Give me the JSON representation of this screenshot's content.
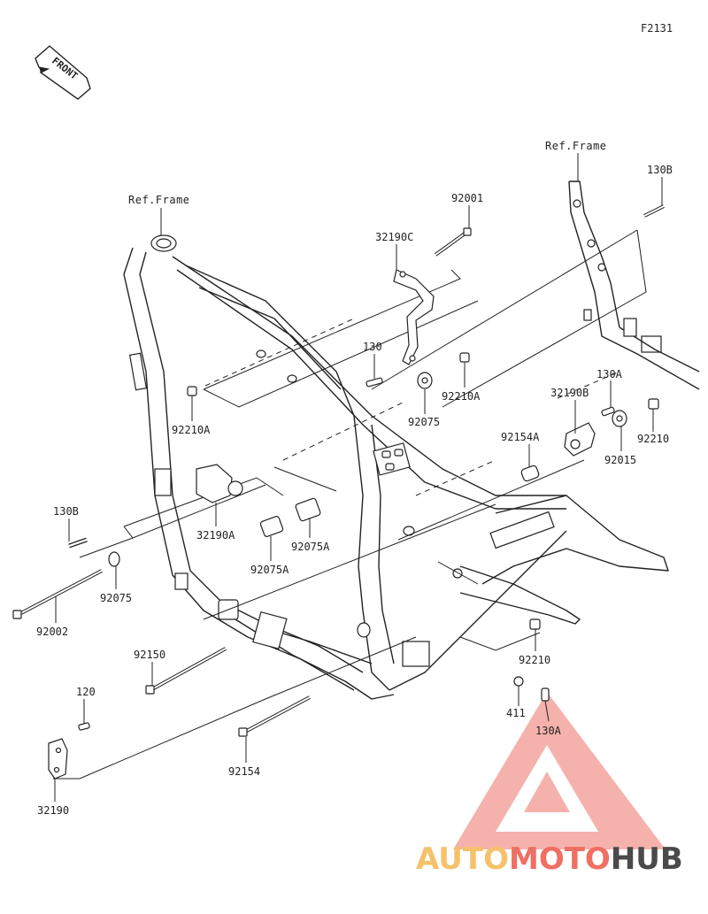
{
  "figure_code": "F2131",
  "front_label": "FRONT",
  "ref_frame_labels": [
    "Ref.Frame",
    "Ref.Frame"
  ],
  "part_labels": {
    "p92001": "92001",
    "p32190C": "32190C",
    "p130": "130",
    "p92210A_top": "92210A",
    "p92075_mid": "92075",
    "p92210A_left": "92210A",
    "p130B_top": "130B",
    "p130A_top": "130A",
    "p32190B": "32190B",
    "p92154A": "92154A",
    "p92210_right": "92210",
    "p92015": "92015",
    "p130B_left": "130B",
    "p32190A": "32190A",
    "p92075A_right": "92075A",
    "p92075A_left": "92075A",
    "p92075_left": "92075",
    "p92002": "92002",
    "p92150": "92150",
    "p92210_low": "92210",
    "p120": "120",
    "p411": "411",
    "p130A_low": "130A",
    "p92154": "92154",
    "p32190": "32190"
  },
  "watermark": {
    "part1": "AUTO",
    "part2": "MOTO",
    "part3": "HUB",
    "color_auto": "#f5c26b",
    "color_moto": "#ef6f63",
    "color_hub": "#4a4a4a"
  }
}
